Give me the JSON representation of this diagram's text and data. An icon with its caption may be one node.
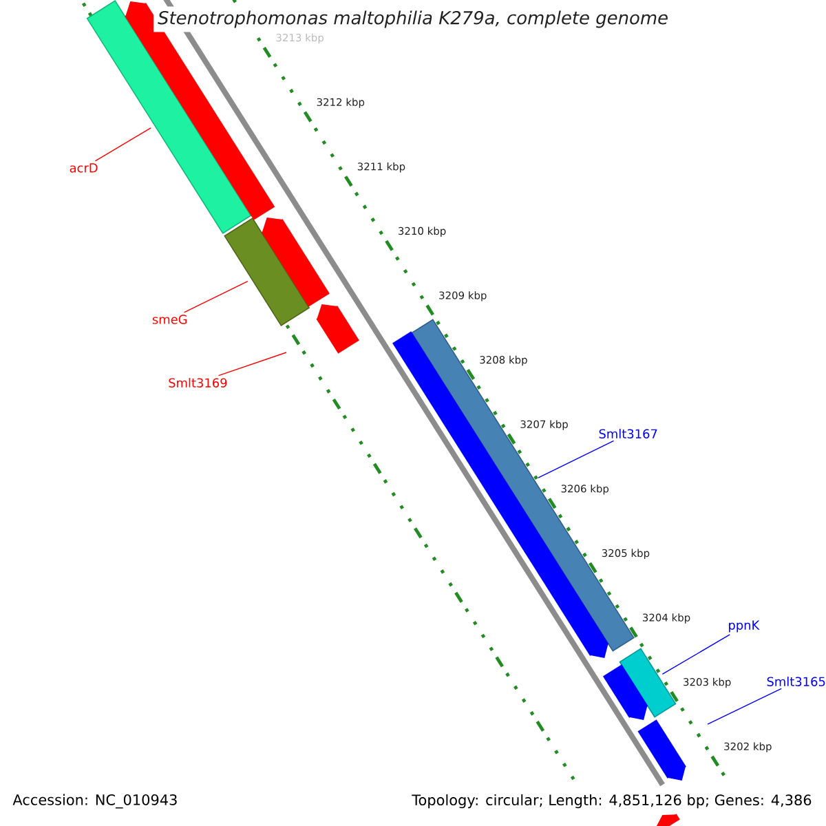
{
  "diagram": {
    "title": "Stenotrophomonas maltophilia K279a, complete genome",
    "nodes": [
      {
        "text": [
          "acrD"
        ]
      },
      {
        "text": [],
        "shape": "bar"
      },
      {
        "text": [
          "smeG"
        ]
      },
      {
        "text": [],
        "shape": "bar"
      },
      {
        "text": [
          "Smlt3169"
        ]
      },
      {
        "text": [
          "Smlt3167"
        ]
      },
      {
        "text": [],
        "shape": "bar"
      },
      {
        "text": [
          "ppnK"
        ]
      },
      {
        "text": [],
        "shape": "bar"
      },
      {
        "text": [
          "Smlt3165"
        ]
      },
      {
        "text": [],
        "shape": "bar"
      },
      {
        "text": [],
        "shape": "bar"
      },
      {
        "text": [],
        "shape": "bar"
      },
      {
        "text": [],
        "shape": "bar"
      },
      {
        "text": [],
        "shape": "bar"
      },
      {
        "text": [],
        "shape": "bar"
      },
      {
        "text": [],
        "shape": "bar"
      }
    ],
    "edges": [
      {
        "from": 0,
        "to": 1,
        "arrow": "none",
        "color": "#ff0000"
      },
      {
        "from": 2,
        "to": 3,
        "arrow": "none",
        "color": "#ff0000"
      },
      {
        "from": 4,
        "to": null,
        "arrow": "none",
        "color": "#ff0000"
      },
      {
        "from": 5,
        "to": 6,
        "arrow": "none",
        "color": "#0000ff"
      },
      {
        "from": 7,
        "to": 8,
        "arrow": "none",
        "color": "#0000ff"
      },
      {
        "from": 9,
        "to": null,
        "arrow": "none",
        "color": "#0000ff"
      }
    ],
    "labels": [
      "3213 kbp",
      "3212 kbp",
      "3211 kbp",
      "3210 kbp",
      "3209 kbp",
      "3208 kbp",
      "3207 kbp",
      "3206 kbp",
      "3205 kbp",
      "3204 kbp",
      "3203 kbp",
      "3202 kbp",
      "Accession: NC_010943",
      "Topology: circular; Length: 4,851,126 bp; Genes: 4,386"
    ]
  }
}
